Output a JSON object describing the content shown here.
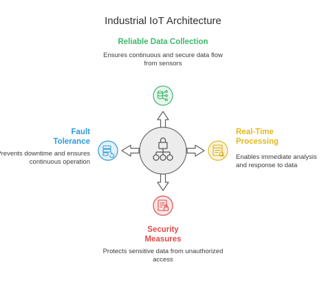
{
  "title": "Industrial IoT Architecture",
  "hub": {
    "icon": "network-lock-icon"
  },
  "nodes": {
    "top": {
      "heading": "Reliable Data Collection",
      "description": "Ensures continuous and secure data flow from sensors",
      "icon": "data-flow-icon",
      "color": "#3cb86a"
    },
    "left": {
      "heading_lines": [
        "Fault",
        "Tolerance"
      ],
      "description": "Prevents downtime and ensures continuous operation",
      "icon": "recovery-icon",
      "color": "#2e9ad6"
    },
    "right": {
      "heading_lines": [
        "Real-Time",
        "Processing"
      ],
      "description": "Enables immediate analysis and response to data",
      "icon": "processing-icon",
      "color": "#e2b81b"
    },
    "bottom": {
      "heading_lines": [
        "Security",
        "Measures"
      ],
      "description": "Protects sensitive data from unauthorized access",
      "icon": "security-icon",
      "color": "#de4a48"
    }
  }
}
